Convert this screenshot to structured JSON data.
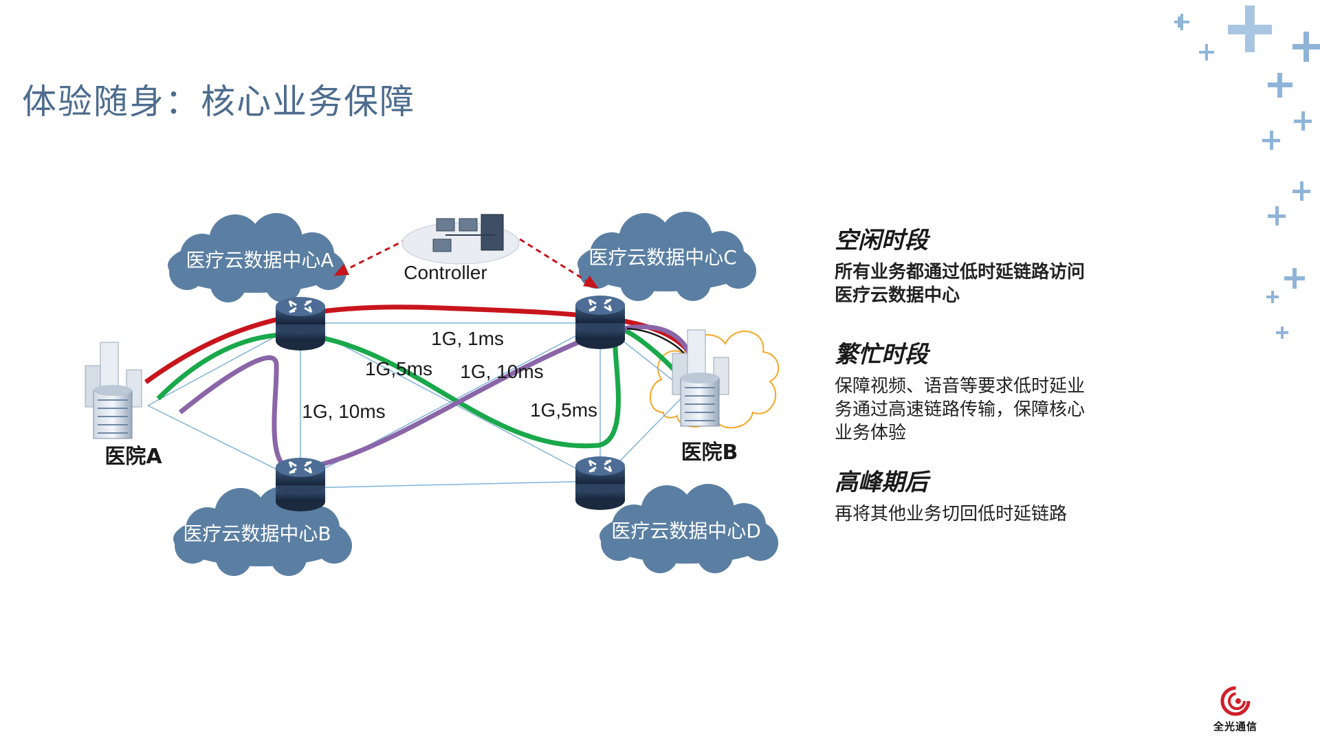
{
  "slide": {
    "title": "体验随身：核心业务保障"
  },
  "diagram": {
    "controller_label": "Controller",
    "datacenters": {
      "a": "医疗云数据中心A",
      "b": "医疗云数据中心B",
      "c": "医疗云数据中心C",
      "d": "医疗云数据中心D"
    },
    "hospitals": {
      "a": "医院A",
      "b": "医院B"
    },
    "links": {
      "a_c": "1G, 1ms",
      "a_d": "1G,5ms",
      "b_c": "1G, 10ms",
      "a_b": "1G, 10ms",
      "c_d": "1G,5ms"
    },
    "colors": {
      "red": "#c8151c",
      "green": "#19a84a",
      "purple": "#8a66a8",
      "cloud": "#5b7fa3",
      "orange": "#f5a623",
      "thin": "#7fb3d8"
    }
  },
  "notes": {
    "idle": {
      "heading": "空闲时段",
      "body": "所有业务都通过低时延链路访问\n医疗云数据中心"
    },
    "busy": {
      "heading": "繁忙时段",
      "body": "保障视频、语音等要求低时延业\n务通过高速链路传输，保障核心\n业务体验"
    },
    "after": {
      "heading": "高峰期后",
      "body": "再将其他业务切回低时延链路"
    }
  },
  "logo": {
    "text": "全光通信"
  }
}
